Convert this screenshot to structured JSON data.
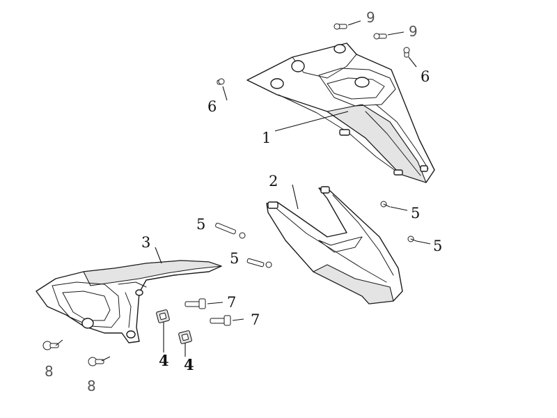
{
  "callouts": {
    "c1": "1",
    "c2": "2",
    "c3": "3",
    "c4a": "4",
    "c4b": "4",
    "c5a": "5",
    "c5b": "5",
    "c5c": "5",
    "c5d": "5",
    "c6a": "6",
    "c6b": "6",
    "c7a": "7",
    "c7b": "7",
    "c8a": "8",
    "c8b": "8",
    "c9a": "9",
    "c9b": "9"
  },
  "colors": {
    "line": "#1a1a1a",
    "shade": "#e4e4e4",
    "background": "#ffffff"
  }
}
